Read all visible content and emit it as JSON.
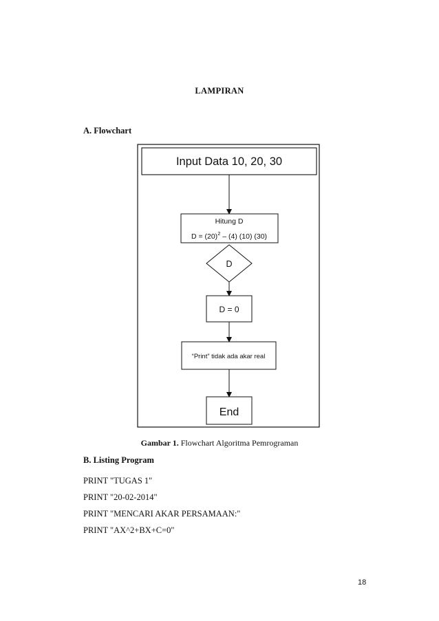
{
  "heading": "LAMPIRAN",
  "section_a": "A.  Flowchart",
  "flowchart": {
    "input_box": "Input Data 10, 20, 30",
    "process_title": "Hitung D",
    "process_formula_pre": "D = (20)",
    "process_formula_sup": "2",
    "process_formula_post": " – (4) (10) (30)",
    "decision": "D",
    "condition_box": "D = 0",
    "print_box": "“Print” tidak ada akar real",
    "end_box": "End"
  },
  "caption": {
    "label": "Gambar  1.",
    "text": " Flowchart  Algoritma  Pemrograman"
  },
  "section_b": "B.  Listing  Program",
  "listing": [
    "PRINT \"TUGAS  1\"",
    "PRINT \"20-02-2014\"",
    "PRINT \"MENCARI  AKAR PERSAMAAN:\"",
    "PRINT \"AX^2+BX+C=0\""
  ],
  "page_number": "18"
}
